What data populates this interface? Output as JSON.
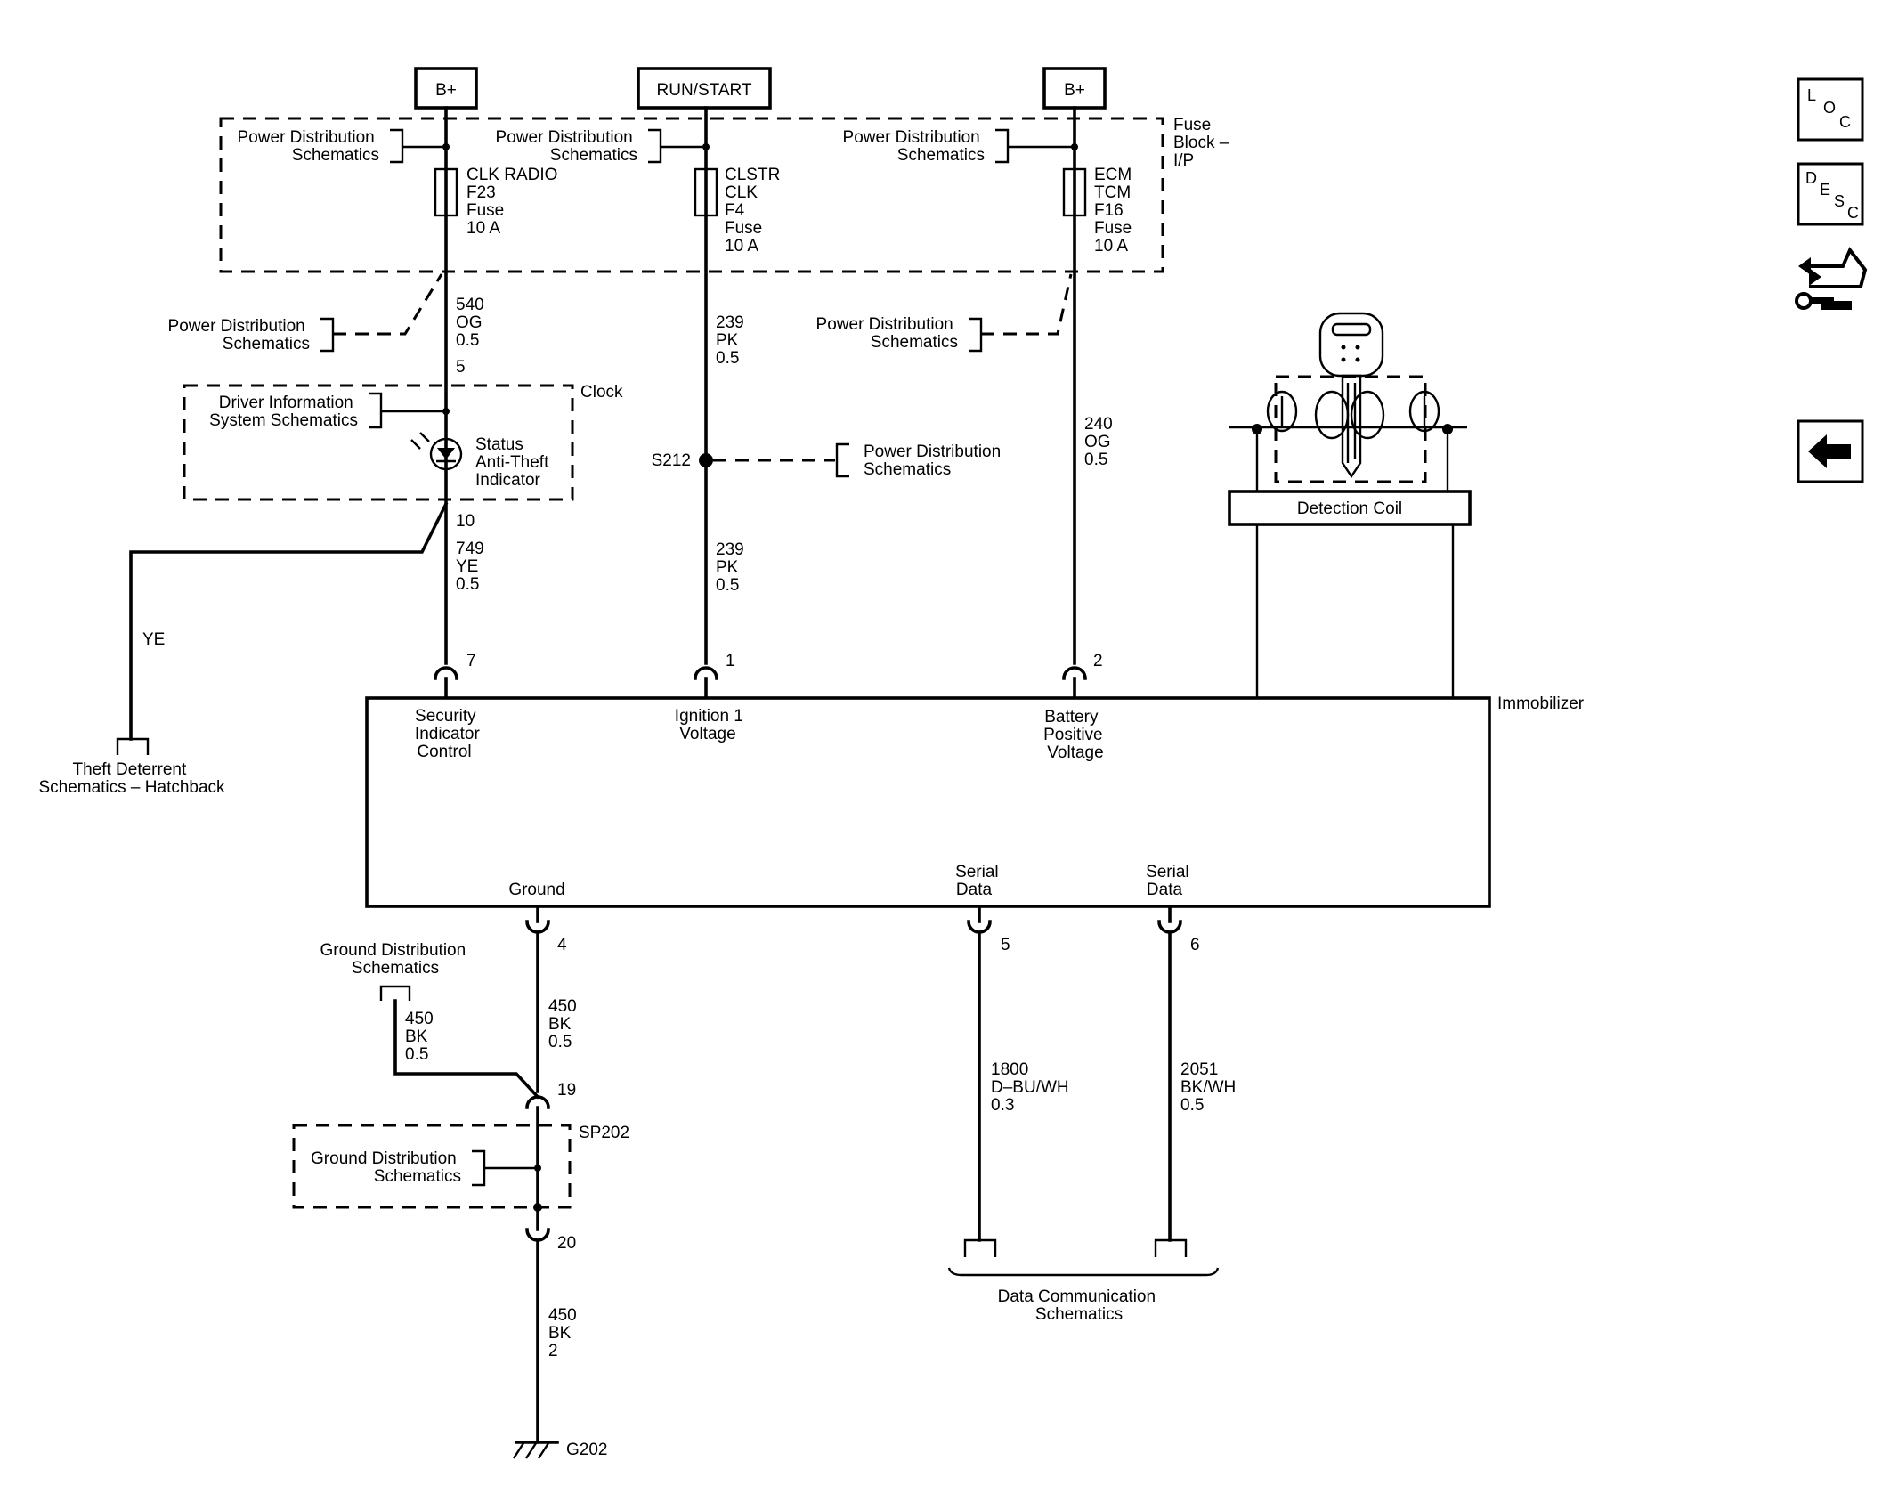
{
  "power_sources": {
    "b_plus_left": "B+",
    "run_start": "RUN/START",
    "b_plus_right": "B+"
  },
  "fuse_block": {
    "label": [
      "Fuse",
      "Block –",
      "I/P"
    ],
    "pd_left": [
      "Power Distribution",
      "Schematics"
    ],
    "pd_mid": [
      "Power Distribution",
      "Schematics"
    ],
    "pd_right": [
      "Power Distribution",
      "Schematics"
    ],
    "fuse_left": [
      "CLK RADIO",
      "F23",
      "Fuse",
      "10 A"
    ],
    "fuse_mid": [
      "CLSTR",
      "CLK",
      "F4",
      "Fuse",
      "10 A"
    ],
    "fuse_right": [
      "ECM",
      "TCM",
      "F16",
      "Fuse",
      "10 A"
    ]
  },
  "left_circuit": {
    "pd_ref": [
      "Power Distribution",
      "Schematics"
    ],
    "wire_top": [
      "540",
      "OG",
      "0.5"
    ],
    "pin_top": "5",
    "clock_label": "Clock",
    "dis_ref": [
      "Driver Information",
      "System Schematics"
    ],
    "indicator": [
      "Status",
      "Anti-Theft",
      "Indicator"
    ],
    "pin_bottom": "10",
    "wire_bottom": [
      "749",
      "YE",
      "0.5"
    ],
    "ye_label": "YE",
    "theft_ref": [
      "Theft Deterrent",
      "Schematics – Hatchback"
    ],
    "connector_pin": "7"
  },
  "mid_circuit": {
    "wire_top": [
      "239",
      "PK",
      "0.5"
    ],
    "splice": "S212",
    "pd_ref": [
      "Power Distribution",
      "Schematics"
    ],
    "wire_bottom": [
      "239",
      "PK",
      "0.5"
    ],
    "connector_pin": "1"
  },
  "right_circuit": {
    "pd_ref": [
      "Power Distribution",
      "Schematics"
    ],
    "wire": [
      "240",
      "OG",
      "0.5"
    ],
    "connector_pin": "2"
  },
  "detection_coil": "Detection Coil",
  "immobilizer": {
    "label": "Immobilizer",
    "security": [
      "Security",
      "Indicator",
      "Control"
    ],
    "ignition": [
      "Ignition 1",
      "Voltage"
    ],
    "battery": [
      "Battery",
      "Positive",
      "Voltage"
    ],
    "ground": "Ground",
    "serial1": [
      "Serial",
      "Data"
    ],
    "serial2": [
      "Serial",
      "Data"
    ]
  },
  "ground_circuit": {
    "pin_ground": "4",
    "wire_main": [
      "450",
      "BK",
      "0.5"
    ],
    "gd_ref_top": [
      "Ground Distribution",
      "Schematics"
    ],
    "wire_branch": [
      "450",
      "BK",
      "0.5"
    ],
    "pin_19": "19",
    "sp202": "SP202",
    "gd_ref_box": [
      "Ground Distribution",
      "Schematics"
    ],
    "pin_20": "20",
    "wire_lower": [
      "450",
      "BK",
      "2"
    ],
    "ground_point": "G202"
  },
  "serial_circuits": {
    "pin5": "5",
    "pin6": "6",
    "wire1": [
      "1800",
      "D–BU/WH",
      "0.3"
    ],
    "wire2": [
      "2051",
      "BK/WH",
      "0.5"
    ],
    "dc_ref": [
      "Data Communication",
      "Schematics"
    ]
  },
  "sidebar": {
    "loc_button": {
      "letters": [
        "L",
        "O",
        "C"
      ]
    },
    "desc_button": {
      "letters": [
        "D",
        "E",
        "S",
        "C"
      ]
    },
    "connector_icon": "connector-tool-icon",
    "back_button": {
      "icon": "left-arrow-icon"
    }
  }
}
